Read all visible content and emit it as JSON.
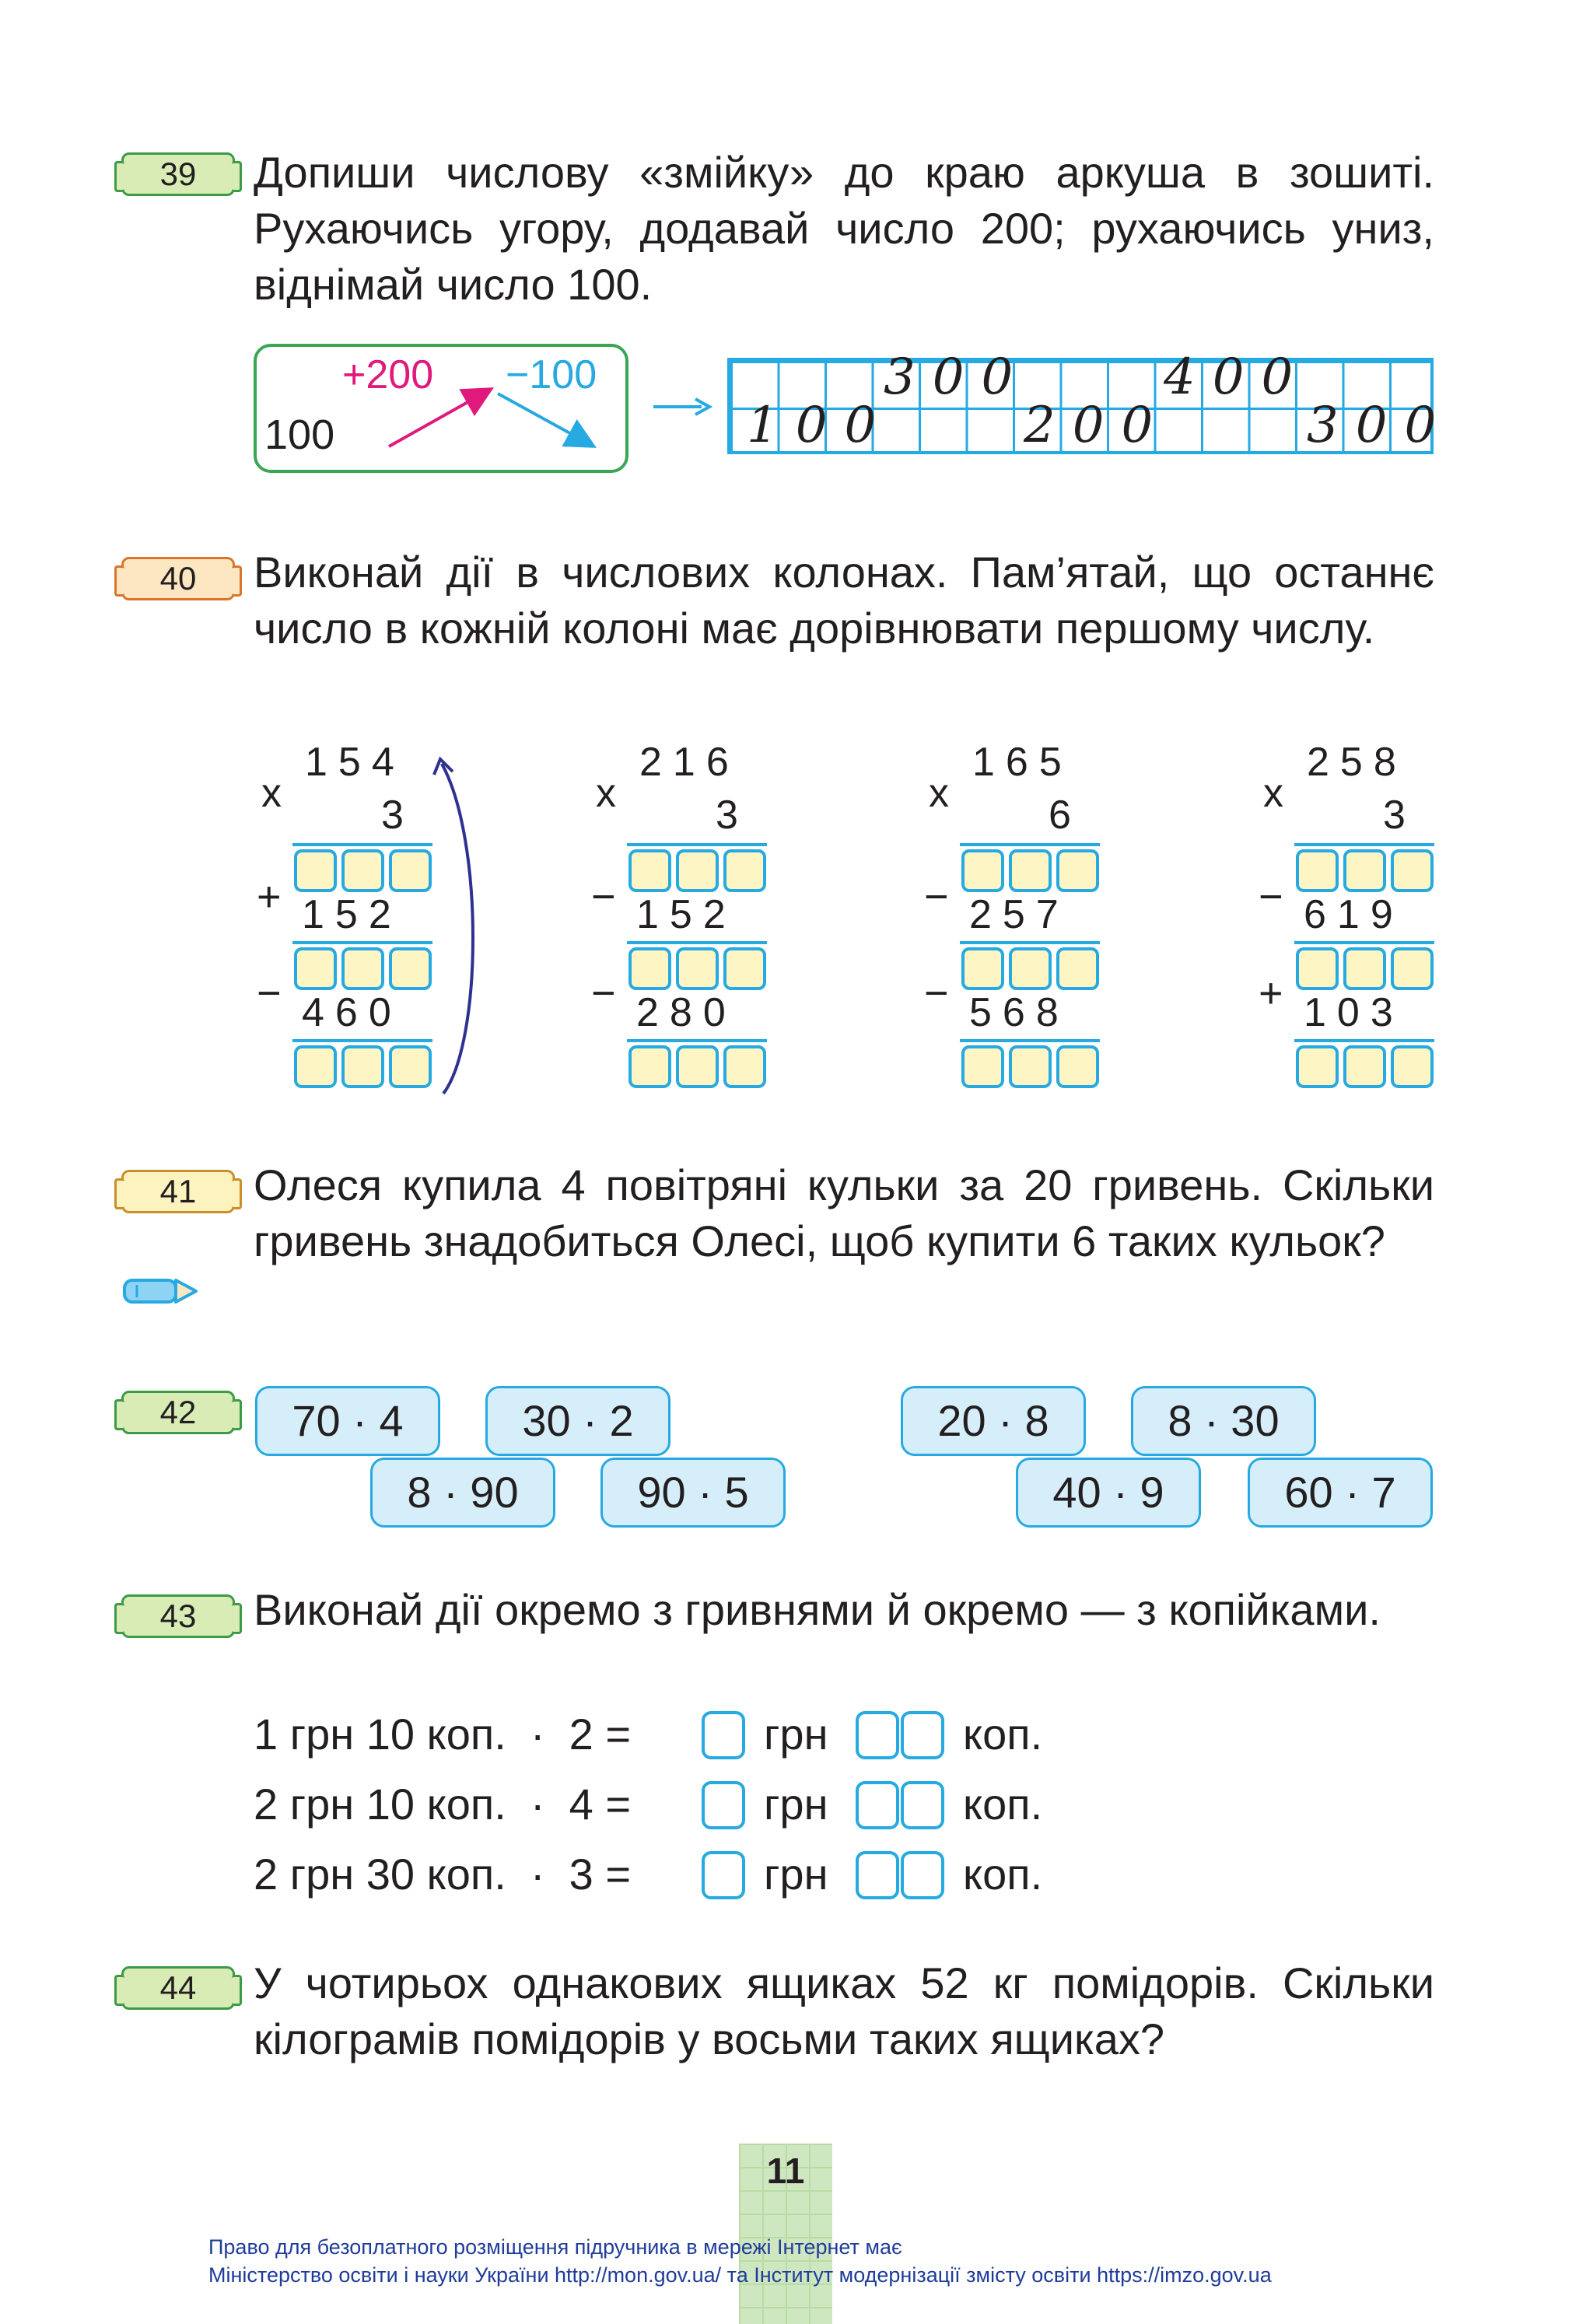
{
  "tasks": {
    "t39": {
      "number": "39",
      "text": "Допиши числову «змійку» до краю аркуша в зошиті. Рухаючись угору, додавай число 200; рухаючись униз, віднімай число 100.",
      "example_start": "100",
      "plus_label": "+200",
      "minus_label": "−100",
      "grid_top": [
        "300",
        "400"
      ],
      "grid_bottom": [
        "100",
        "200",
        "300"
      ]
    },
    "t40": {
      "number": "40",
      "text": "Виконай дії в числових колонах. Пам’ятай, що останнє число в кожній колоні має дорівнювати першому числу.",
      "columns": [
        {
          "first": "154",
          "mult_sign": "x",
          "mult": "3",
          "op1": "+",
          "n1": "152",
          "op2": "−",
          "n2": "460"
        },
        {
          "first": "216",
          "mult_sign": "x",
          "mult": "3",
          "op1": "−",
          "n1": "152",
          "op2": "−",
          "n2": "280"
        },
        {
          "first": "165",
          "mult_sign": "x",
          "mult": "6",
          "op1": "−",
          "n1": "257",
          "op2": "−",
          "n2": "568"
        },
        {
          "first": "258",
          "mult_sign": "x",
          "mult": "3",
          "op1": "−",
          "n1": "619",
          "op2": "+",
          "n2": "103"
        }
      ]
    },
    "t41": {
      "number": "41",
      "text": "Олеся купила 4 повітряні кульки за 20 гривень. Скільки гривень знадобиться Олесі, щоб купити 6 таких кульок?"
    },
    "t42": {
      "number": "42",
      "expressions": [
        "70 · 4",
        "30 · 2",
        "8 · 90",
        "90 · 5",
        "20 · 8",
        "8 · 30",
        "40 · 9",
        "60 · 7"
      ]
    },
    "t43": {
      "number": "43",
      "text": "Виконай дії окремо з гривнями й окремо — з копійками.",
      "rows": [
        {
          "left": "1 грн 10 коп.  ·  2 =",
          "grn": "грн",
          "kop": "коп."
        },
        {
          "left": "2 грн 10 коп.  ·  4 =",
          "grn": "грн",
          "kop": "коп."
        },
        {
          "left": "2 грн 30 коп.  ·  3 =",
          "grn": "грн",
          "kop": "коп."
        }
      ]
    },
    "t44": {
      "number": "44",
      "text": "У чотирьох однакових ящиках 52 кг помідорів. Скільки кілограмів помідорів у восьми таких ящиках?"
    }
  },
  "page_number": "11",
  "footer": {
    "line1": "Право для безоплатного розміщення підручника в мережі Інтернет має",
    "line2": "Міністерство освіти і науки України http://mon.gov.ua/ та Інститут модернізації змісту освіти https://imzo.gov.ua"
  },
  "colors": {
    "accent_blue": "#27a9e1",
    "tag_green": "#3d9a47",
    "tag_orange": "#d9762b",
    "plus_pink": "#e0197d",
    "footer_blue": "#1f3c9b"
  },
  "icons": [
    "pencil-icon",
    "arrow-right-icon",
    "curved-arrow-icon"
  ]
}
